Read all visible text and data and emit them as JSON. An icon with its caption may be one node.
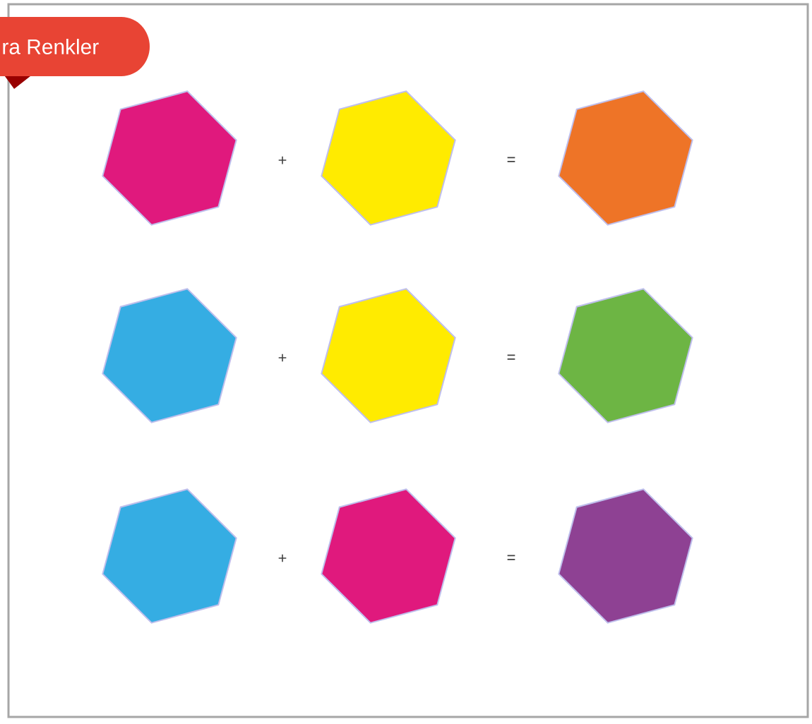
{
  "diagram": {
    "title": "ra Renkler",
    "nodes": [
      {
        "text": [],
        "shape": "hexagon"
      },
      {
        "text": [],
        "shape": "hexagon"
      },
      {
        "text": [],
        "shape": "hexagon"
      },
      {
        "text": [],
        "shape": "hexagon"
      },
      {
        "text": [],
        "shape": "hexagon"
      },
      {
        "text": [],
        "shape": "hexagon"
      },
      {
        "text": [],
        "shape": "hexagon"
      },
      {
        "text": [],
        "shape": "hexagon"
      },
      {
        "text": [],
        "shape": "hexagon"
      }
    ],
    "labels": [
      "+",
      "=",
      "+",
      "=",
      "+",
      "="
    ]
  }
}
